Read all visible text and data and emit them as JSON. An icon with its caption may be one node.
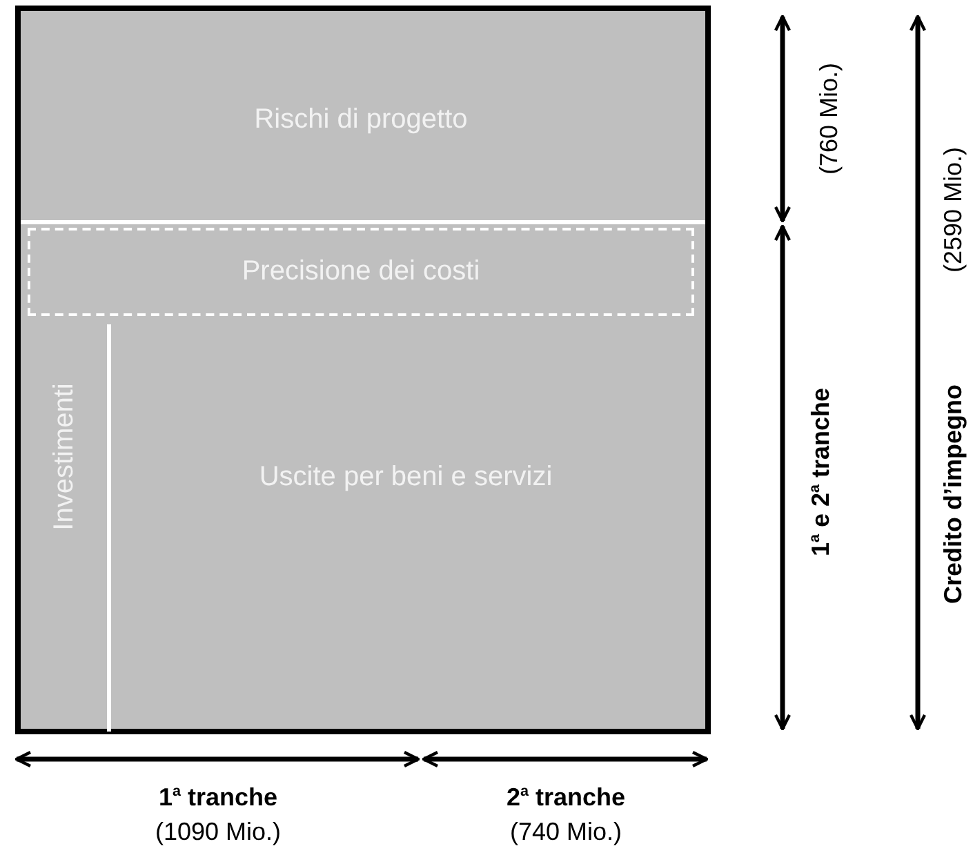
{
  "diagram": {
    "nodes": [
      {
        "text": [],
        "shape": "box"
      },
      {
        "text": [
          "Rischi di progetto"
        ],
        "in": 0
      },
      {
        "text": [
          "Precisione dei costi"
        ],
        "in": 0
      },
      {
        "text": [
          "Investimenti"
        ],
        "in": 0
      },
      {
        "text": [
          "Uscite per beni e servizi"
        ],
        "in": 0
      }
    ],
    "edges": [],
    "labels": [
      "(760 Mio.)",
      "1$^{a}$ e 2$^{a}$ tranche",
      "Credito d’impegno",
      "(2590 Mio.)",
      "1$^{a}$ tranche",
      "(1090 Mio.)",
      "2$^{a}$ tranche",
      "(740 Mio.)"
    ]
  }
}
